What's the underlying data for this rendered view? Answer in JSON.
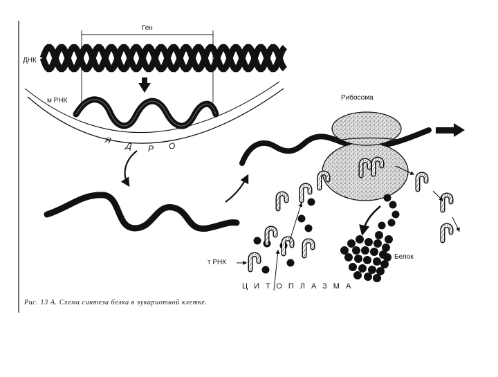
{
  "labels": {
    "gene": "Ген",
    "dna": "ДНК",
    "mrna": "м РНК",
    "ribosome": "Рибосома",
    "protein": "Белок",
    "trna": "т РНК",
    "cytoplasm": "ЦИТОПЛАЗМА",
    "nucleus_letters": [
      "Я",
      "Д",
      "Р",
      "О"
    ]
  },
  "caption": "Рис. 13 А. Схема синтеза белка в эукариотной клетке.",
  "colors": {
    "ink": "#111111",
    "paper": "#ffffff",
    "ribosome_fill": "#d9d9d9"
  }
}
